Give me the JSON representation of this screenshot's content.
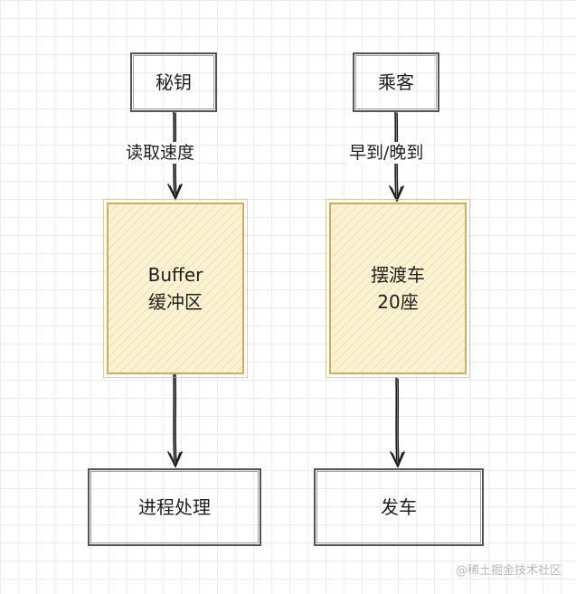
{
  "diagram": {
    "left": {
      "source": "秘钥",
      "edge_label": "读取速度",
      "buffer": "Buffer\n缓冲区",
      "target": "进程处理"
    },
    "right": {
      "source": "乘客",
      "edge_label": "早到/晚到",
      "buffer": "摆渡车\n20座",
      "target": "发车"
    }
  },
  "colors": {
    "stroke": "#1e1e1e",
    "box_border": "#555555",
    "highlight_border": "#c9b061",
    "highlight_fill": "#fbf3d3",
    "grid": "#ececec"
  },
  "watermark": "@稀土掘金技术社区"
}
